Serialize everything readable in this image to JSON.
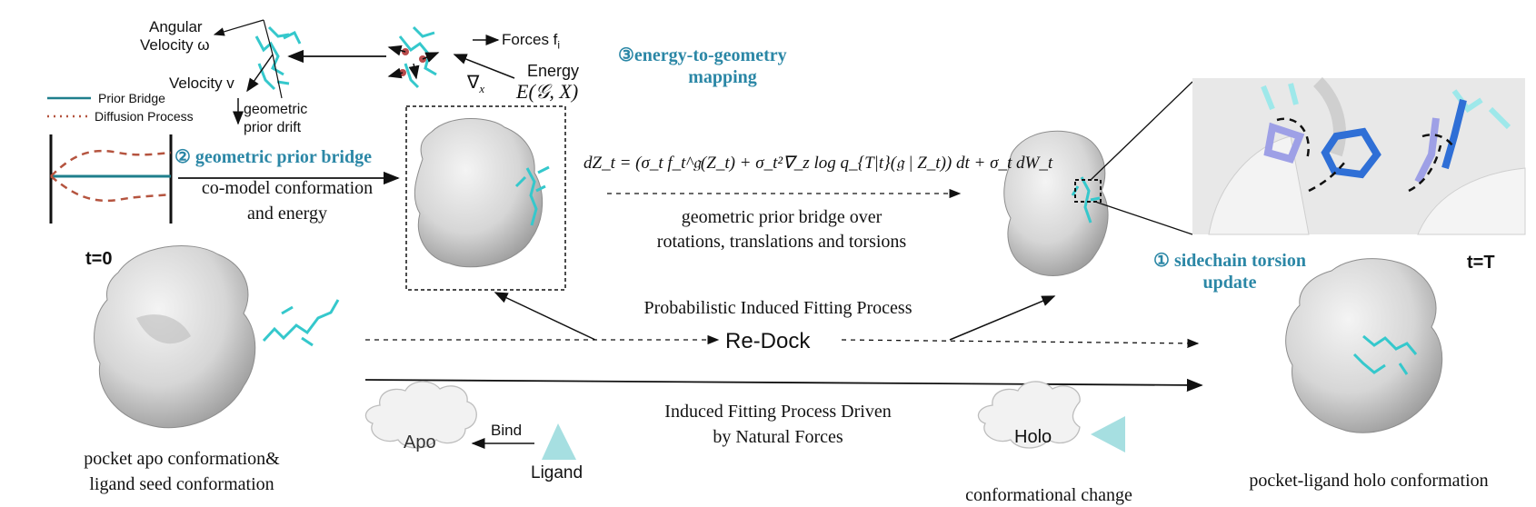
{
  "figure": {
    "motion": {
      "angular_velocity_line1": "Angular",
      "angular_velocity_line2": "Velocity ω",
      "velocity": "Velocity v",
      "forces": "Forces f",
      "forces_sub": "i",
      "energy_label": "Energy",
      "energy_expr": "E(𝒢, X)",
      "grad": "∇",
      "grad_sub": "x",
      "geometric_prior_drift_line1": "geometric",
      "geometric_prior_drift_line2": "prior drift"
    },
    "legend": {
      "prior_bridge": "Prior Bridge",
      "diffusion_process": "Diffusion Process"
    },
    "steps": {
      "step3_line1": "③energy-to-geometry",
      "step3_line2": "mapping",
      "step2": "② geometric prior bridge",
      "step1_line1": "① sidechain torsion",
      "step1_line2": "update"
    },
    "co_model_line1": "co-model conformation",
    "co_model_line2": "and energy",
    "equation": "dZ_t = (σ_t f_t^𝔤(Z_t) + σ_t²∇_z log q_{T|t}(𝔤 | Z_t)) dt + σ_t dW_t",
    "bridge_desc_line1": "geometric prior bridge over",
    "bridge_desc_line2": "rotations, translations and torsions",
    "time_start": "t=0",
    "time_end": "t=T",
    "apo_caption_line1": "pocket apo conformation&",
    "apo_caption_line2": "ligand seed conformation",
    "probabilistic": "Probabilistic Induced Fitting Process",
    "redock": "Re-Dock",
    "induced_line1": "Induced Fitting Process Driven",
    "induced_line2": "by Natural Forces",
    "apo_cloud": "Apo",
    "bind": "Bind",
    "ligand": "Ligand",
    "holo_cloud": "Holo",
    "conformational_change": "conformational change",
    "holo_caption": "pocket-ligand holo conformation"
  },
  "colors": {
    "accent": "#2b87a6",
    "ligand": "#35c8cc",
    "prior_bridge": "#1f7f8c",
    "diffusion": "#b5543f",
    "surface": "#d9d9d9"
  }
}
